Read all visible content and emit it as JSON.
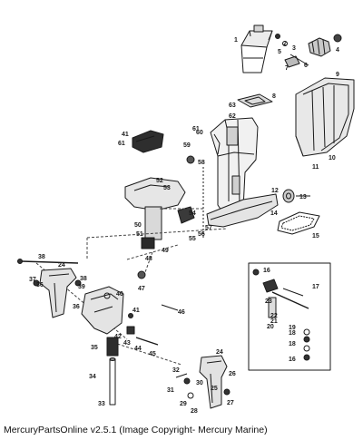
{
  "footer": {
    "caption": "MercuryPartsOnline v2.5.1 (Image Copyright- Mercury Marine)"
  },
  "diagram": {
    "callouts": [
      {
        "id": "c1",
        "text": "1"
      },
      {
        "id": "c2",
        "text": "2"
      },
      {
        "id": "c3",
        "text": "3"
      },
      {
        "id": "c4",
        "text": "4"
      },
      {
        "id": "c5",
        "text": "5"
      },
      {
        "id": "c6",
        "text": "6"
      },
      {
        "id": "c7",
        "text": "7"
      },
      {
        "id": "c8",
        "text": "8"
      },
      {
        "id": "c9",
        "text": "9"
      },
      {
        "id": "c10",
        "text": "10"
      },
      {
        "id": "c11",
        "text": "11"
      },
      {
        "id": "c12",
        "text": "12"
      },
      {
        "id": "c13",
        "text": "13"
      },
      {
        "id": "c14",
        "text": "14"
      },
      {
        "id": "c15",
        "text": "15"
      },
      {
        "id": "c16a",
        "text": "16"
      },
      {
        "id": "c16b",
        "text": "16"
      },
      {
        "id": "c17",
        "text": "17"
      },
      {
        "id": "c18a",
        "text": "18"
      },
      {
        "id": "c18b",
        "text": "18"
      },
      {
        "id": "c19",
        "text": "19"
      },
      {
        "id": "c20",
        "text": "20"
      },
      {
        "id": "c21",
        "text": "21"
      },
      {
        "id": "c22",
        "text": "22"
      },
      {
        "id": "c23",
        "text": "23"
      },
      {
        "id": "c24a",
        "text": "24"
      },
      {
        "id": "c24b",
        "text": "24"
      },
      {
        "id": "c25",
        "text": "25"
      },
      {
        "id": "c26",
        "text": "26"
      },
      {
        "id": "c27",
        "text": "27"
      },
      {
        "id": "c28",
        "text": "28"
      },
      {
        "id": "c29",
        "text": "29"
      },
      {
        "id": "c30",
        "text": "30"
      },
      {
        "id": "c31",
        "text": "31"
      },
      {
        "id": "c32",
        "text": "32"
      },
      {
        "id": "c33",
        "text": "33"
      },
      {
        "id": "c34",
        "text": "34"
      },
      {
        "id": "c35",
        "text": "35"
      },
      {
        "id": "c36a",
        "text": "36"
      },
      {
        "id": "c36b",
        "text": "36"
      },
      {
        "id": "c37",
        "text": "37"
      },
      {
        "id": "c38a",
        "text": "38"
      },
      {
        "id": "c38b",
        "text": "38"
      },
      {
        "id": "c39",
        "text": "39"
      },
      {
        "id": "c40",
        "text": "40"
      },
      {
        "id": "c41a",
        "text": "41"
      },
      {
        "id": "c41b",
        "text": "41"
      },
      {
        "id": "c42",
        "text": "42"
      },
      {
        "id": "c43",
        "text": "43"
      },
      {
        "id": "c44",
        "text": "44"
      },
      {
        "id": "c45",
        "text": "45"
      },
      {
        "id": "c46",
        "text": "46"
      },
      {
        "id": "c47",
        "text": "47"
      },
      {
        "id": "c48",
        "text": "48"
      },
      {
        "id": "c49",
        "text": "49"
      },
      {
        "id": "c50",
        "text": "50"
      },
      {
        "id": "c51",
        "text": "51"
      },
      {
        "id": "c52",
        "text": "52"
      },
      {
        "id": "c53",
        "text": "53"
      },
      {
        "id": "c54",
        "text": "54"
      },
      {
        "id": "c55",
        "text": "55"
      },
      {
        "id": "c56",
        "text": "56"
      },
      {
        "id": "c57",
        "text": "57"
      },
      {
        "id": "c58",
        "text": "58"
      },
      {
        "id": "c59",
        "text": "59"
      },
      {
        "id": "c60",
        "text": "60"
      },
      {
        "id": "c61a",
        "text": "61"
      },
      {
        "id": "c61b",
        "text": "61"
      },
      {
        "id": "c62",
        "text": "62"
      },
      {
        "id": "c63",
        "text": "63"
      }
    ]
  }
}
